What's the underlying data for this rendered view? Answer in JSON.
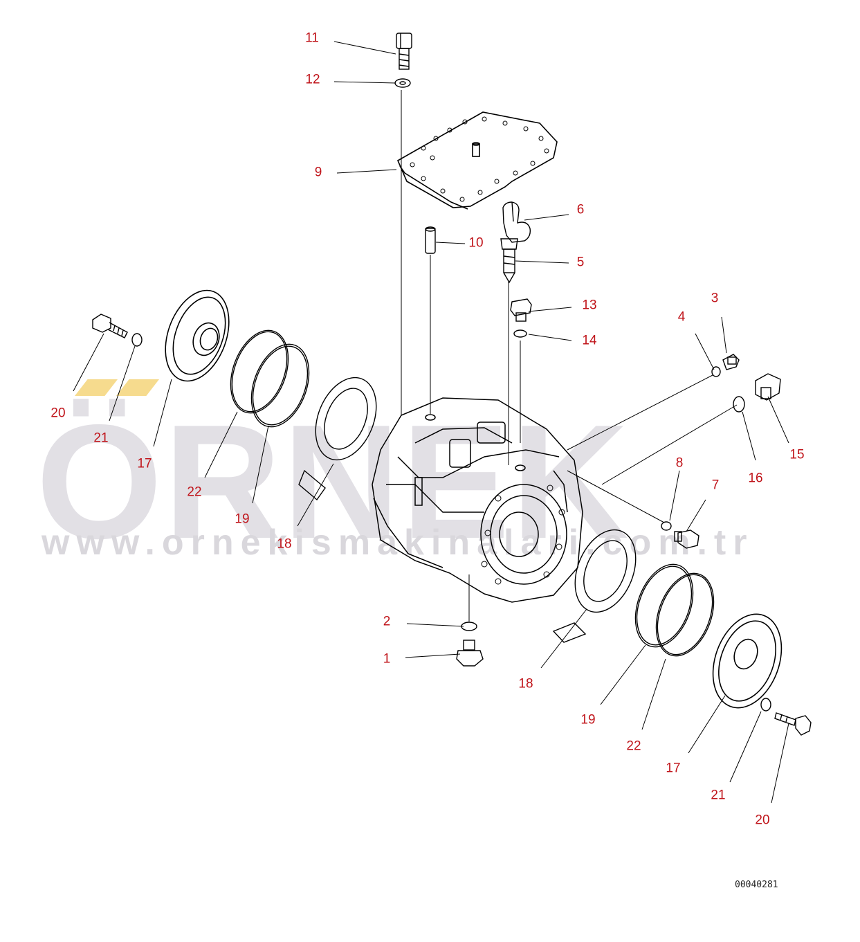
{
  "watermark": {
    "logo": "ÖRNEK",
    "url": "www.ornekismakinalari.com.tr"
  },
  "drawing_number": "00040281",
  "callouts": [
    "11",
    "12",
    "9",
    "6",
    "10",
    "5",
    "13",
    "14",
    "3",
    "4",
    "15",
    "16",
    "8",
    "7",
    "2",
    "1",
    "18",
    "19",
    "22",
    "17",
    "21",
    "20",
    "18",
    "19",
    "22",
    "17",
    "21",
    "20"
  ],
  "line_color": "#000000",
  "label_color": "#c0141a"
}
